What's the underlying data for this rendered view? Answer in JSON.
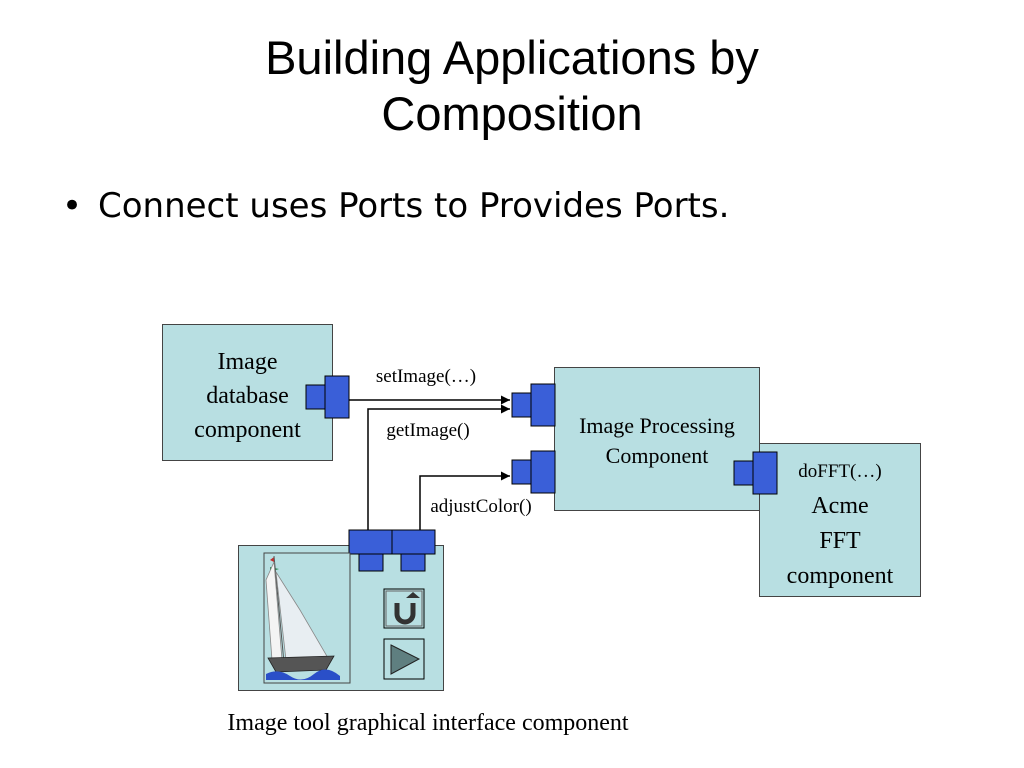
{
  "slide": {
    "title_line1": "Building Applications by",
    "title_line2": "Composition",
    "bullet": "Connect uses Ports to Provides Ports."
  },
  "diagram": {
    "image_db": {
      "line1": "Image",
      "line2": "database",
      "line3": "component"
    },
    "image_proc": {
      "line1": "Image Processing",
      "line2": "Component"
    },
    "acme_fft": {
      "method": "doFFT(…)",
      "line1": "Acme",
      "line2": "FFT",
      "line3": "component"
    },
    "gui": {
      "caption": "Image tool graphical interface component"
    },
    "connections": {
      "set_image": "setImage(…)",
      "get_image": "getImage()",
      "adjust_color": "adjustColor()"
    },
    "colors": {
      "box_fill": "#b8dfe2",
      "port_fill": "#3a5fd8"
    }
  }
}
